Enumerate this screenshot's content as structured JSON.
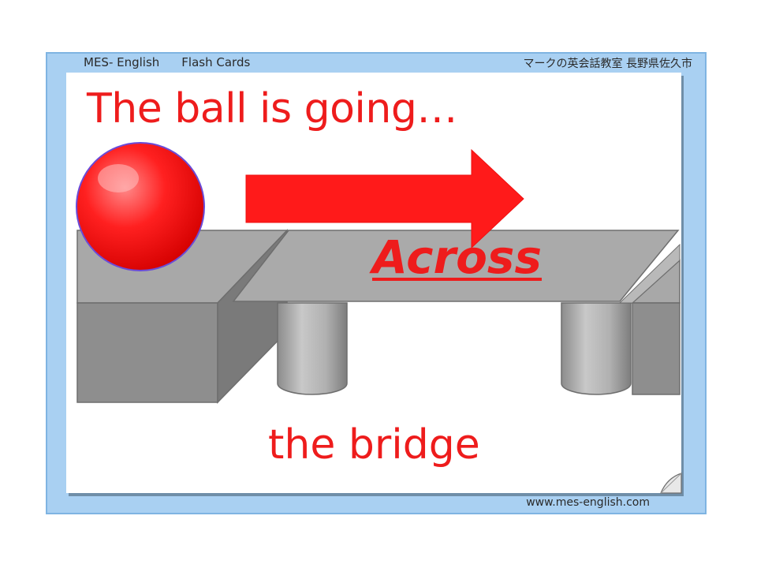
{
  "header": {
    "brand": "MES- English",
    "section": "Flash Cards",
    "school": "マークの英会話教室 長野県佐久市"
  },
  "card": {
    "headline": "The ball is going…",
    "keyword": "Across",
    "object": "the bridge"
  },
  "footer": {
    "url": "www.mes-english.com"
  },
  "colors": {
    "frame": "#a9d0f2",
    "text_accent": "#ee1c1c",
    "ball": "#ff1a1a",
    "arrow": "#ff1a1a",
    "bridge_gray": "#a6a6a6"
  },
  "icons": {
    "ball": "red-ball-icon",
    "arrow": "right-arrow-icon",
    "page_curl": "page-curl-icon"
  }
}
